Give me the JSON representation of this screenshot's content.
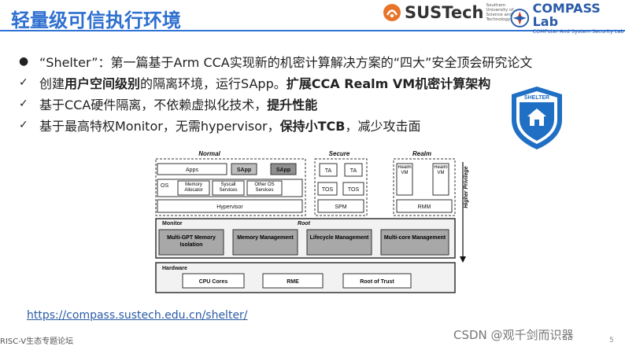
{
  "header": {
    "title": "轻量级可信执行环境",
    "sustech_logo": {
      "name": "SUSTech",
      "sub": "Southern University of Science and Technology"
    },
    "compass_logo": {
      "name": "COMPASS Lab",
      "sub": "COMPuter And System Security Lab"
    }
  },
  "bullets": [
    {
      "marker": "●",
      "parts": [
        "“Shelter”：第一篇基于Arm CCA实现新的机密计算解决方案的“四大”安全顶会研究论文"
      ]
    },
    {
      "marker": "✓",
      "parts": [
        "创建",
        "用户空间级别",
        "的隔离环境，运行SApp。",
        "扩展CCA Realm VM机密计算架构"
      ]
    },
    {
      "marker": "✓",
      "parts": [
        "基于CCA硬件隔离，不依赖虚拟化技术，",
        "提升性能"
      ]
    },
    {
      "marker": "✓",
      "parts": [
        "基于最高特权Monitor，无需hypervisor，",
        "保持小TCB",
        "，减少攻击面"
      ]
    }
  ],
  "shield": {
    "label": "SHELTER",
    "colors": {
      "border": "#1f6fc4",
      "fill": "#ffffff",
      "accent": "#1f6fc4"
    }
  },
  "diagram": {
    "col_normal": "Normal",
    "col_secure": "Secure",
    "col_realm": "Realm",
    "apps": "Apps",
    "sapp1": "SApp",
    "sapp2": "SApp",
    "ta1": "TA",
    "ta2": "TA",
    "realm_vm1": "Realm VM",
    "realm_vm2": "Realm VM",
    "os": "OS",
    "memory_allocator": "Memory Allocator",
    "syscall_services": "Syscall Services",
    "other_os_services": "Other OS Services",
    "tos1": "TOS",
    "tos2": "TOS",
    "hypervisor": "Hypervisor",
    "spm": "SPM",
    "rmm": "RMM",
    "monitor": "Monitor",
    "root": "Root",
    "multi_gpt": "Multi-GPT Memory Isolation",
    "memory_mgmt": "Memory Management",
    "lifecycle_mgmt": "Lifecycle Management",
    "multicore_mgmt": "Multi-core Management",
    "hardware": "Hardware",
    "cpu_cores": "CPU Cores",
    "rme": "RME",
    "root_of_trust": "Root of Trust",
    "higher_privilege": "Higher Privilege"
  },
  "link": "https://compass.sustech.edu.cn/shelter/",
  "footer": {
    "left": "RISC-V生态专题论坛",
    "right": "CSDN @观千剑而识器",
    "page": "5"
  }
}
